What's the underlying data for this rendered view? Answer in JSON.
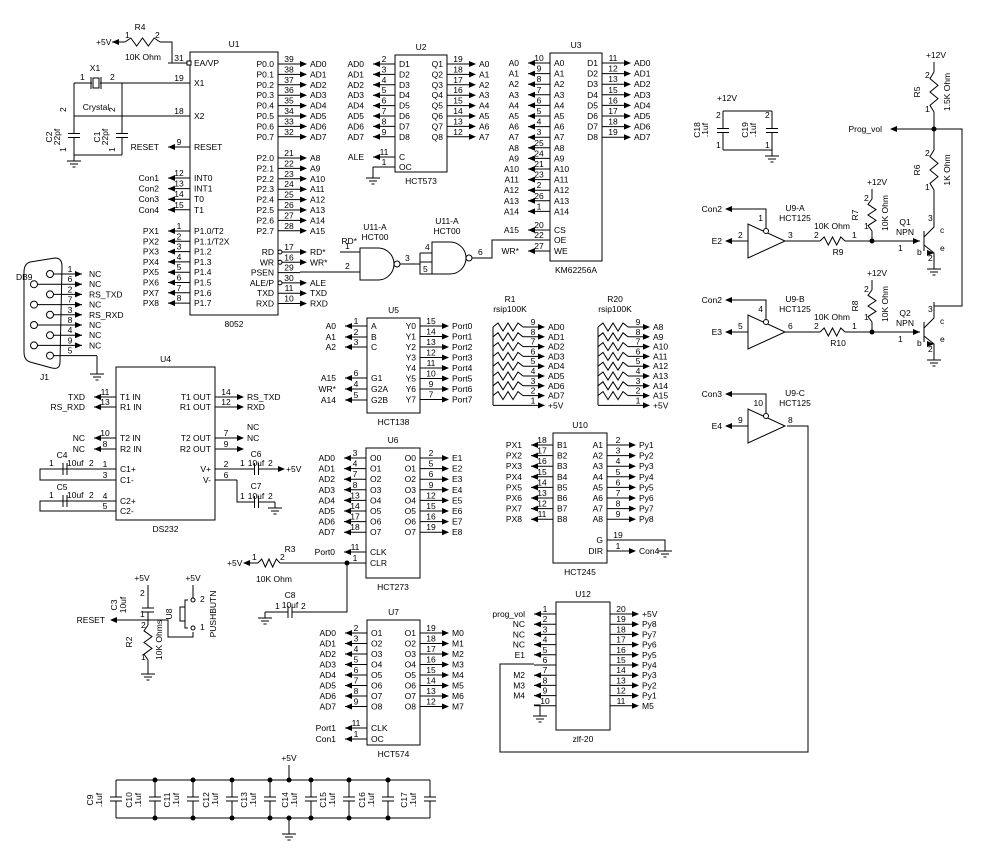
{
  "chips": {
    "U1": {
      "ref": "U1",
      "part": "8052",
      "left": [
        [
          "31",
          "EA/VP",
          ""
        ],
        [
          "19",
          "X1",
          ""
        ],
        [
          "18",
          "X2",
          ""
        ],
        [
          "9",
          "RESET",
          "RESET"
        ],
        [
          "12",
          "INT0",
          "Con1"
        ],
        [
          "13",
          "INT1",
          "Con2"
        ],
        [
          "14",
          "T0",
          "Con3"
        ],
        [
          "15",
          "T1",
          "Con4"
        ],
        [
          "1",
          "P1.0/T2",
          "PX1"
        ],
        [
          "2",
          "P1.1/T2X",
          "PX2"
        ],
        [
          "3",
          "P1.2",
          "PX3"
        ],
        [
          "4",
          "P1.3",
          "PX4"
        ],
        [
          "5",
          "P1.4",
          "PX5"
        ],
        [
          "6",
          "P1.5",
          "PX6"
        ],
        [
          "7",
          "P1.6",
          "PX7"
        ],
        [
          "8",
          "P1.7",
          "PX8"
        ]
      ],
      "right": [
        [
          "39",
          "P0.0",
          "AD0"
        ],
        [
          "38",
          "P0.1",
          "AD1"
        ],
        [
          "37",
          "P0.2",
          "AD2"
        ],
        [
          "36",
          "P0.3",
          "AD3"
        ],
        [
          "35",
          "P0.4",
          "AD4"
        ],
        [
          "34",
          "P0.5",
          "AD5"
        ],
        [
          "33",
          "P0.6",
          "AD6"
        ],
        [
          "32",
          "P0.7",
          "AD7"
        ],
        [
          "21",
          "P2.0",
          "A8"
        ],
        [
          "22",
          "P2.1",
          "A9"
        ],
        [
          "23",
          "P2.2",
          "A10"
        ],
        [
          "24",
          "P2.3",
          "A11"
        ],
        [
          "25",
          "P2.4",
          "A12"
        ],
        [
          "26",
          "P2.5",
          "A13"
        ],
        [
          "27",
          "P2.6",
          "A14"
        ],
        [
          "28",
          "P2.7",
          "A15"
        ],
        [
          "17",
          "RD",
          "RD*"
        ],
        [
          "16",
          "WR",
          "WR*"
        ],
        [
          "29",
          "PSEN",
          ""
        ],
        [
          "30",
          "ALE/P",
          "ALE"
        ],
        [
          "11",
          "TXD",
          "TXD"
        ],
        [
          "10",
          "RXD",
          "RXD"
        ]
      ]
    },
    "U2": {
      "ref": "U2",
      "part": "HCT573",
      "left": [
        [
          "2",
          "D1",
          "AD0"
        ],
        [
          "3",
          "D2",
          "AD1"
        ],
        [
          "4",
          "D3",
          "AD2"
        ],
        [
          "5",
          "D4",
          "AD3"
        ],
        [
          "6",
          "D5",
          "AD4"
        ],
        [
          "7",
          "D6",
          "AD5"
        ],
        [
          "8",
          "D7",
          "AD6"
        ],
        [
          "9",
          "D8",
          "AD7"
        ],
        [
          "11",
          "C",
          "ALE"
        ],
        [
          "1",
          "OC",
          ""
        ]
      ],
      "right": [
        [
          "19",
          "Q1",
          "A0"
        ],
        [
          "18",
          "Q2",
          "A1"
        ],
        [
          "17",
          "Q3",
          "A2"
        ],
        [
          "16",
          "Q4",
          "A3"
        ],
        [
          "15",
          "Q5",
          "A4"
        ],
        [
          "14",
          "Q6",
          "A5"
        ],
        [
          "13",
          "Q7",
          "A6"
        ],
        [
          "12",
          "Q8",
          "A7"
        ]
      ]
    },
    "U3": {
      "ref": "U3",
      "part": "KM62256A",
      "left": [
        [
          "10",
          "A0",
          "A0"
        ],
        [
          "9",
          "A1",
          "A1"
        ],
        [
          "8",
          "A2",
          "A2"
        ],
        [
          "7",
          "A3",
          "A3"
        ],
        [
          "6",
          "A4",
          "A4"
        ],
        [
          "5",
          "A5",
          "A5"
        ],
        [
          "4",
          "A6",
          "A6"
        ],
        [
          "3",
          "A7",
          "A7"
        ],
        [
          "25",
          "A8",
          "A8"
        ],
        [
          "24",
          "A9",
          "A9"
        ],
        [
          "21",
          "A10",
          "A10"
        ],
        [
          "23",
          "A11",
          "A11"
        ],
        [
          "2",
          "A12",
          "A12"
        ],
        [
          "26",
          "A13",
          "A13"
        ],
        [
          "1",
          "A14",
          "A14"
        ],
        [
          "20",
          "CS",
          "A15"
        ],
        [
          "22",
          "OE",
          ""
        ],
        [
          "27",
          "WE",
          "WR*"
        ]
      ],
      "right": [
        [
          "11",
          "D1",
          "AD0"
        ],
        [
          "12",
          "D2",
          "AD1"
        ],
        [
          "13",
          "D3",
          "AD2"
        ],
        [
          "15",
          "D4",
          "AD3"
        ],
        [
          "16",
          "D5",
          "AD4"
        ],
        [
          "17",
          "D6",
          "AD5"
        ],
        [
          "18",
          "D7",
          "AD6"
        ],
        [
          "19",
          "D8",
          "AD7"
        ]
      ]
    },
    "U4": {
      "ref": "U4",
      "part": "DS232",
      "left": [
        [
          "11",
          "T1 IN",
          "TXD"
        ],
        [
          "13",
          "R1 IN",
          "RS_RXD"
        ],
        [
          "10",
          "T2 IN",
          "NC"
        ],
        [
          "8",
          "R2 IN",
          "NC"
        ],
        [
          "1",
          "C1+",
          ""
        ],
        [
          "3",
          "C1-",
          ""
        ],
        [
          "4",
          "C2+",
          ""
        ],
        [
          "5",
          "C2-",
          ""
        ]
      ],
      "right": [
        [
          "14",
          "T1 OUT",
          "RS_TXD"
        ],
        [
          "12",
          "R1 OUT",
          "RXD"
        ],
        [
          "7",
          "T2 OUT",
          "NC"
        ],
        [
          "9",
          "R2 OUT",
          "NC"
        ],
        [
          "2",
          "V+",
          ""
        ],
        [
          "6",
          "V-",
          ""
        ]
      ]
    },
    "U5": {
      "ref": "U5",
      "part": "HCT138",
      "left": [
        [
          "1",
          "A",
          "A0"
        ],
        [
          "2",
          "B",
          "A1"
        ],
        [
          "3",
          "C",
          "A2"
        ],
        [
          "6",
          "G1",
          "A15"
        ],
        [
          "4",
          "G2A",
          "WR*"
        ],
        [
          "5",
          "G2B",
          "A14"
        ]
      ],
      "right": [
        [
          "15",
          "Y0",
          "Port0"
        ],
        [
          "14",
          "Y1",
          "Port1"
        ],
        [
          "13",
          "Y2",
          "Port2"
        ],
        [
          "12",
          "Y3",
          "Port3"
        ],
        [
          "11",
          "Y4",
          "Port4"
        ],
        [
          "10",
          "Y5",
          "Port5"
        ],
        [
          "9",
          "Y6",
          "Port6"
        ],
        [
          "7",
          "Y7",
          "Port7"
        ]
      ]
    },
    "U6": {
      "ref": "U6",
      "part": "HCT273",
      "left": [
        [
          "3",
          "O0",
          "AD0"
        ],
        [
          "4",
          "O1",
          "AD1"
        ],
        [
          "7",
          "O2",
          "AD2"
        ],
        [
          "8",
          "O3",
          "AD3"
        ],
        [
          "13",
          "O4",
          "AD4"
        ],
        [
          "14",
          "O5",
          "AD5"
        ],
        [
          "17",
          "O6",
          "AD6"
        ],
        [
          "18",
          "O7",
          "AD7"
        ],
        [
          "11",
          "CLK",
          "Port0"
        ],
        [
          "1",
          "CLR",
          ""
        ]
      ],
      "right": [
        [
          "2",
          "O0",
          "E1"
        ],
        [
          "5",
          "O1",
          "E2"
        ],
        [
          "6",
          "O2",
          "E3"
        ],
        [
          "9",
          "O3",
          "E4"
        ],
        [
          "12",
          "O4",
          "E5"
        ],
        [
          "15",
          "O5",
          "E6"
        ],
        [
          "16",
          "O6",
          "E7"
        ],
        [
          "19",
          "O7",
          "E8"
        ]
      ]
    },
    "U7": {
      "ref": "U7",
      "part": "HCT574",
      "left": [
        [
          "2",
          "O1",
          "AD0"
        ],
        [
          "3",
          "O2",
          "AD1"
        ],
        [
          "4",
          "O3",
          "AD2"
        ],
        [
          "5",
          "O4",
          "AD3"
        ],
        [
          "6",
          "O5",
          "AD4"
        ],
        [
          "7",
          "O6",
          "AD5"
        ],
        [
          "8",
          "O7",
          "AD6"
        ],
        [
          "9",
          "O8",
          "AD7"
        ],
        [
          "11",
          "CLK",
          "Port1"
        ],
        [
          "1",
          "OC",
          "Con1"
        ]
      ],
      "right": [
        [
          "19",
          "O1",
          "M0"
        ],
        [
          "18",
          "O2",
          "M1"
        ],
        [
          "17",
          "O3",
          "M2"
        ],
        [
          "16",
          "O4",
          "M3"
        ],
        [
          "15",
          "O5",
          "M4"
        ],
        [
          "14",
          "O6",
          "M5"
        ],
        [
          "13",
          "O7",
          "M6"
        ],
        [
          "12",
          "O8",
          "M7"
        ]
      ]
    },
    "U10": {
      "ref": "U10",
      "part": "HCT245",
      "left": [
        [
          "18",
          "B1",
          "PX1"
        ],
        [
          "17",
          "B2",
          "PX2"
        ],
        [
          "16",
          "B3",
          "PX3"
        ],
        [
          "15",
          "B4",
          "PX4"
        ],
        [
          "14",
          "B5",
          "PX5"
        ],
        [
          "13",
          "B6",
          "PX6"
        ],
        [
          "12",
          "B7",
          "PX7"
        ],
        [
          "11",
          "B8",
          "PX8"
        ]
      ],
      "right": [
        [
          "2",
          "A1",
          "Py1"
        ],
        [
          "3",
          "A2",
          "Py2"
        ],
        [
          "4",
          "A3",
          "Py3"
        ],
        [
          "5",
          "A4",
          "Py4"
        ],
        [
          "6",
          "A5",
          "Py5"
        ],
        [
          "7",
          "A6",
          "Py6"
        ],
        [
          "8",
          "A7",
          "Py7"
        ],
        [
          "9",
          "A8",
          "Py8"
        ],
        [
          "19",
          "G",
          ""
        ],
        [
          "1",
          "DIR",
          "Con4"
        ]
      ]
    },
    "U12": {
      "ref": "U12",
      "part": "zlf-20",
      "left": [
        [
          "1",
          "",
          "prog_vol"
        ],
        [
          "2",
          "",
          "NC"
        ],
        [
          "3",
          "",
          "NC"
        ],
        [
          "4",
          "",
          "NC"
        ],
        [
          "5",
          "",
          "E1"
        ],
        [
          "6",
          "",
          ""
        ],
        [
          "7",
          "",
          "M2"
        ],
        [
          "8",
          "",
          "M3"
        ],
        [
          "9",
          "",
          "M4"
        ],
        [
          "10",
          "",
          ""
        ]
      ],
      "right": [
        [
          "20",
          "",
          "+5V"
        ],
        [
          "19",
          "",
          "Py8"
        ],
        [
          "18",
          "",
          "Py7"
        ],
        [
          "17",
          "",
          "Py6"
        ],
        [
          "16",
          "",
          "Py5"
        ],
        [
          "15",
          "",
          "Py4"
        ],
        [
          "14",
          "",
          "Py3"
        ],
        [
          "13",
          "",
          "Py2"
        ],
        [
          "12",
          "",
          "Py1"
        ],
        [
          "11",
          "",
          "M5"
        ]
      ]
    }
  },
  "connector": {
    "title": "DB9",
    "ref": "J1",
    "pins": [
      [
        "1",
        "NC"
      ],
      [
        "6",
        "NC"
      ],
      [
        "2",
        "RS_TXD"
      ],
      [
        "7",
        "NC"
      ],
      [
        "3",
        "RS_RXD"
      ],
      [
        "8",
        "NC"
      ],
      [
        "4",
        "NC"
      ],
      [
        "9",
        "NC"
      ],
      [
        "5",
        ""
      ]
    ]
  },
  "rpacks": {
    "R1": {
      "ref": "R1",
      "value": "rsip100K",
      "pins": [
        [
          "9",
          "AD0"
        ],
        [
          "8",
          "AD1"
        ],
        [
          "7",
          "AD2"
        ],
        [
          "6",
          "AD3"
        ],
        [
          "5",
          "AD4"
        ],
        [
          "4",
          "AD5"
        ],
        [
          "3",
          "AD6"
        ],
        [
          "2",
          "AD7"
        ],
        [
          "1",
          "+5V"
        ]
      ]
    },
    "R20": {
      "ref": "R20",
      "value": "rsip100K",
      "pins": [
        [
          "9",
          "A8"
        ],
        [
          "8",
          "A9"
        ],
        [
          "7",
          "A10"
        ],
        [
          "6",
          "A11"
        ],
        [
          "5",
          "A12"
        ],
        [
          "4",
          "A13"
        ],
        [
          "3",
          "A14"
        ],
        [
          "2",
          "A15"
        ],
        [
          "1",
          "+5V"
        ]
      ]
    }
  },
  "gates": [
    {
      "ref": "U11-A",
      "part": "HCT00",
      "in_a": "1",
      "in_b": "2",
      "out": "3",
      "in_net": "RD*"
    },
    {
      "ref": "U11-A",
      "part": "HCT00",
      "in_a": "4",
      "in_b": "5",
      "out": "6"
    }
  ],
  "buffers": [
    {
      "ref": "U9-A",
      "part": "HCT125",
      "en_pin": "1",
      "in_pin": "2",
      "out_pin": "3",
      "en_net": "Con2",
      "in_net": "E2"
    },
    {
      "ref": "U9-B",
      "part": "HCT125",
      "en_pin": "4",
      "in_pin": "5",
      "out_pin": "6",
      "en_net": "Con2",
      "in_net": "E3"
    },
    {
      "ref": "U9-C",
      "part": "HCT125",
      "en_pin": "10",
      "in_pin": "9",
      "out_pin": "8",
      "en_net": "Con3",
      "in_net": "E4"
    }
  ],
  "transistors": [
    {
      "ref": "Q1",
      "type": "NPN",
      "b": "b",
      "c": "c",
      "e": "e",
      "pb": "1",
      "pc": "3",
      "pe": "2"
    },
    {
      "ref": "Q2",
      "type": "NPN",
      "b": "b",
      "c": "c",
      "e": "e",
      "pb": "1",
      "pc": "3",
      "pe": "2"
    }
  ],
  "resistors": {
    "R4": {
      "ref": "R4",
      "value": "10K Ohm",
      "p1": "1",
      "p2": "2"
    },
    "R3": {
      "ref": "R3",
      "value": "10K Ohm",
      "p1": "1",
      "p2": "2"
    },
    "R2": {
      "ref": "R2",
      "value": "10K Ohms",
      "p1": "1",
      "p2": "2"
    },
    "R5": {
      "ref": "R5",
      "value": "1.5K Ohm",
      "p1": "1",
      "p2": "2"
    },
    "R6": {
      "ref": "R6",
      "value": "1K Ohm",
      "p1": "1",
      "p2": "2"
    },
    "R7": {
      "ref": "R7",
      "value": "10K Ohm",
      "p1": "1",
      "p2": "2"
    },
    "R8": {
      "ref": "R8",
      "value": "10K Ohm",
      "p1": "1",
      "p2": "2"
    },
    "R9": {
      "ref": "R9",
      "value": "10K Ohm",
      "p1": "1",
      "p2": "2"
    },
    "R10": {
      "ref": "R10",
      "value": "10K Ohm",
      "p1": "1",
      "p2": "2"
    }
  },
  "capacitors": {
    "C1": {
      "ref": "C1",
      "value": "22pf",
      "p1": "1",
      "p2": "2"
    },
    "C2": {
      "ref": "C2",
      "value": "22pf",
      "p1": "1",
      "p2": "2"
    },
    "C3": {
      "ref": "C3",
      "value": "10uf",
      "p1": "1",
      "p2": "2"
    },
    "C4": {
      "ref": "C4",
      "value": "10uf",
      "p1": "1",
      "p2": "2"
    },
    "C5": {
      "ref": "C5",
      "value": "10uf",
      "p1": "1",
      "p2": "2"
    },
    "C6": {
      "ref": "C6",
      "value": "10uf",
      "p1": "1",
      "p2": "2"
    },
    "C7": {
      "ref": "C7",
      "value": "10uf",
      "p1": "1",
      "p2": "2"
    },
    "C8": {
      "ref": "C8",
      "value": "10uf",
      "p1": "1",
      "p2": "2"
    },
    "C18": {
      "ref": "C18",
      "value": ".1uf",
      "p1": "1",
      "p2": "2"
    },
    "C19": {
      "ref": "C19",
      "value": ".1uf",
      "p1": "1",
      "p2": "2"
    }
  },
  "bank": [
    {
      "ref": "C9",
      "value": ".1uf"
    },
    {
      "ref": "C10",
      "value": ".1uf"
    },
    {
      "ref": "C11",
      "value": ".1uf"
    },
    {
      "ref": "C12",
      "value": ".1uf"
    },
    {
      "ref": "C13",
      "value": ".1uf"
    },
    {
      "ref": "C14",
      "value": ".1uf"
    },
    {
      "ref": "C15",
      "value": ".1uf"
    },
    {
      "ref": "C16",
      "value": ".1uf"
    },
    {
      "ref": "C17",
      "value": ".1uf"
    }
  ],
  "crystal": {
    "ref": "X1",
    "value": "Crystal",
    "p1": "1",
    "p2": "2"
  },
  "pushbutton": {
    "ref": "U8",
    "value": "PUSHBUTN",
    "p1": "1",
    "p2": "2"
  },
  "nets": {
    "p5": "+5V",
    "p12": "+12V",
    "reset": "RESET",
    "prog_vol": "Prog_vol",
    "port0": "Port0",
    "rd": "RD*"
  }
}
